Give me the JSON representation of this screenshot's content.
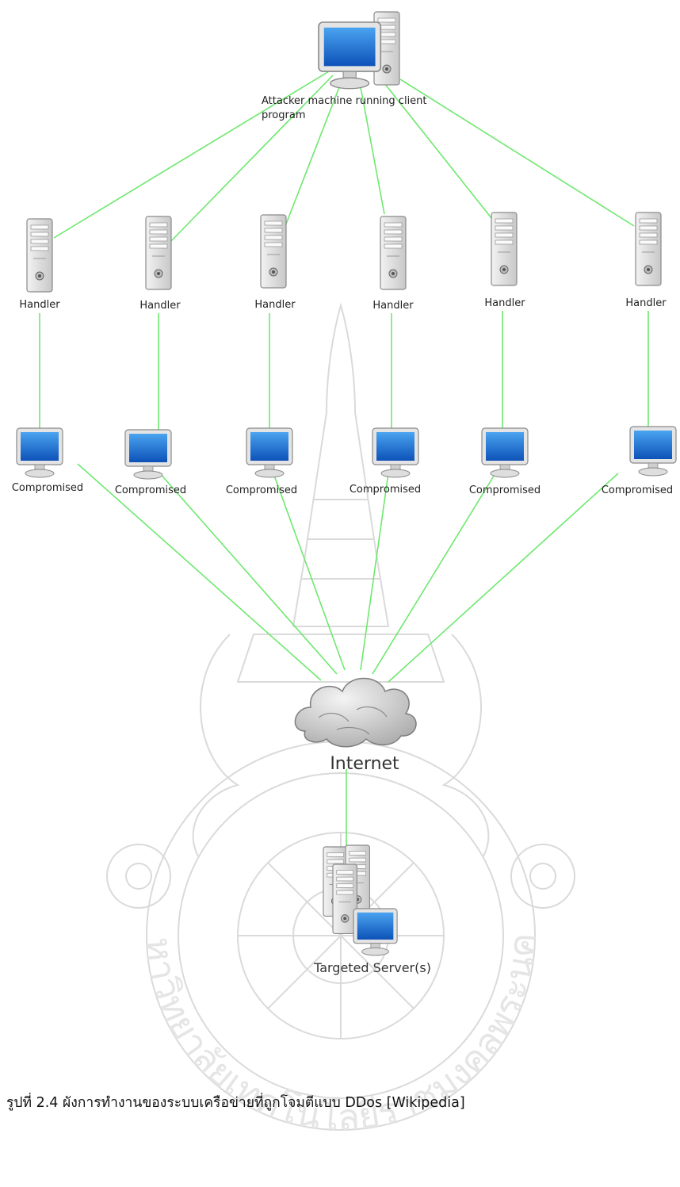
{
  "attacker": {
    "label_line1": "Attacker machine running client",
    "label_line2": "program"
  },
  "handlers": [
    "Handler",
    "Handler",
    "Handler",
    "Handler",
    "Handler",
    "Handler"
  ],
  "compromised": [
    "Compromised",
    "Compromised",
    "Compromised",
    "Compromised",
    "Compromised",
    "Compromised"
  ],
  "internet": {
    "label": "Internet"
  },
  "target": {
    "label": "Targeted Server(s)"
  },
  "caption": "รูปที่ 2.4 ผังการทำงานของระบบเครือข่ายที่ถูกโจมตีแบบ DDos [Wikipedia]",
  "watermark": {
    "arc_text": "มหาวิทยาลัยเทคโนโลยีราชมงคลพระนคร"
  },
  "colors": {
    "link": "#6ee86e",
    "screen": "#1f6fd0",
    "server": "#e8e8e8",
    "cloud": "#d0d0d0"
  }
}
